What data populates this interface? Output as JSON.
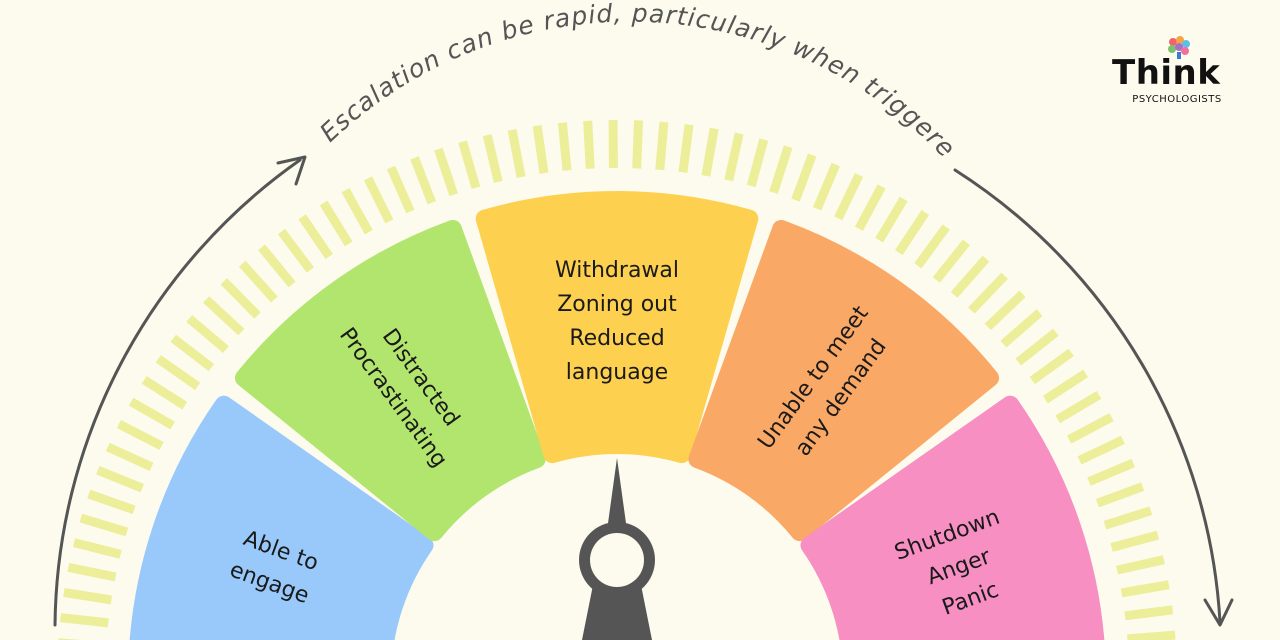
{
  "heading": "Escalation can be rapid, particularly when triggered",
  "brand": {
    "name": "Think",
    "subtitle": "PSYCHOLOGISTS"
  },
  "segments": [
    {
      "lines": [
        "Able to",
        "engage"
      ],
      "color": "#99c9fb"
    },
    {
      "lines": [
        "Distracted",
        "Procrastinating"
      ],
      "color": "#b2e56e"
    },
    {
      "lines": [
        "Withdrawal",
        "Zoning out",
        "Reduced",
        "language"
      ],
      "color": "#fdd04f"
    },
    {
      "lines": [
        "Unable to meet",
        "any demand"
      ],
      "color": "#f9a865"
    },
    {
      "lines": [
        "Shutdown",
        "Anger",
        "Panic"
      ],
      "color": "#f78fc2"
    }
  ],
  "colors": {
    "background": "#fcfbee",
    "tick": "#ecee9a",
    "arrow": "#555555",
    "needle": "#555555"
  },
  "icons": [
    "arrow-up-icon",
    "arrow-down-icon",
    "needle-icon",
    "brain-logo-icon"
  ]
}
